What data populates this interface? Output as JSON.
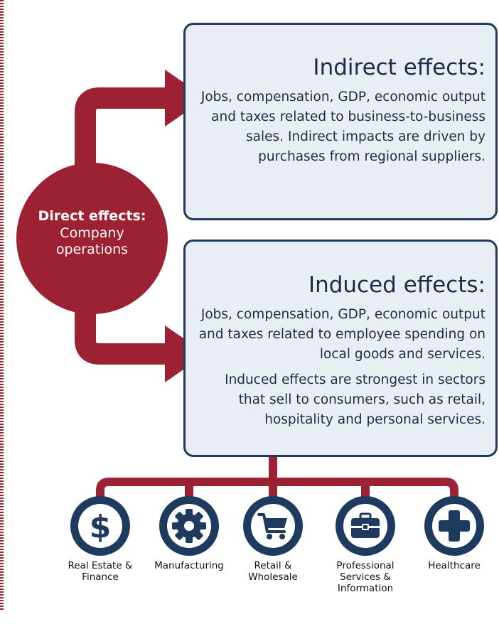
{
  "direct": {
    "title": "Direct effects:",
    "subtitle_line1": "Company",
    "subtitle_line2": "operations"
  },
  "indirect": {
    "title": "Indirect effects:",
    "body": "Jobs, compensation, GDP, economic output and taxes related to business-to-business sales. Indirect impacts are driven by purchases from regional suppliers."
  },
  "induced": {
    "title": "Induced effects:",
    "body1": "Jobs, compensation, GDP, economic output and taxes related to employee spending on local goods and services.",
    "body2": "Induced effects are strongest in sectors that sell to consumers, such as retail, hospitality and personal services."
  },
  "sectors": [
    {
      "label_line1": "Real Estate &",
      "label_line2": "Finance",
      "label_line3": "",
      "icon": "dollar-icon"
    },
    {
      "label_line1": "Manufacturing",
      "label_line2": "",
      "label_line3": "",
      "icon": "gear-icon"
    },
    {
      "label_line1": "Retail &",
      "label_line2": "Wholesale",
      "label_line3": "",
      "icon": "shopping-cart-icon"
    },
    {
      "label_line1": "Professional",
      "label_line2": "Services &",
      "label_line3": "Information",
      "icon": "briefcase-icon"
    },
    {
      "label_line1": "Healthcare",
      "label_line2": "",
      "label_line3": "",
      "icon": "medical-cross-icon"
    }
  ],
  "colors": {
    "maroon": "#9c2233",
    "navy": "#1f3a5f",
    "box_fill": "#e9edf4",
    "text": "#1e2b45"
  }
}
